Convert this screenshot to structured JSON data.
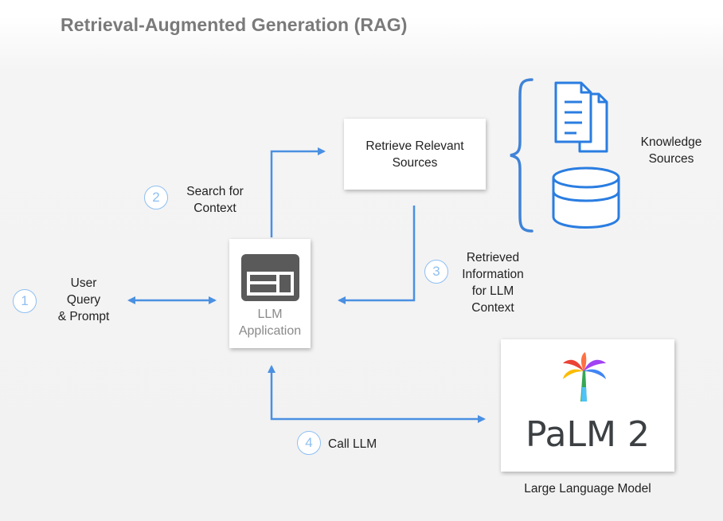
{
  "title": "Retrieval-Augmented Generation (RAG)",
  "steps": [
    {
      "number": "1",
      "lines": [
        "User",
        "Query",
        "& Prompt"
      ]
    },
    {
      "number": "2",
      "lines": [
        "Search for",
        "Context"
      ]
    },
    {
      "number": "3",
      "lines": [
        "Retrieved",
        "Information",
        "for LLM",
        "Context"
      ]
    },
    {
      "number": "4",
      "lines": [
        "Call LLM"
      ]
    }
  ],
  "retrieve_box": {
    "lines": [
      "Retrieve Relevant",
      "Sources"
    ]
  },
  "llm_app": {
    "lines": [
      "LLM",
      "Application"
    ]
  },
  "knowledge": {
    "lines": [
      "Knowledge",
      "Sources"
    ]
  },
  "palm": {
    "logo_text": "PaLM 2",
    "caption": "Large Language Model"
  },
  "icons": [
    "document-stack-icon",
    "database-icon",
    "app-window-icon",
    "palm-tree-logo"
  ],
  "colors": {
    "arrow": "#4a90e2",
    "step_circle": "#8ebff2",
    "brace": "#3f83d8"
  }
}
